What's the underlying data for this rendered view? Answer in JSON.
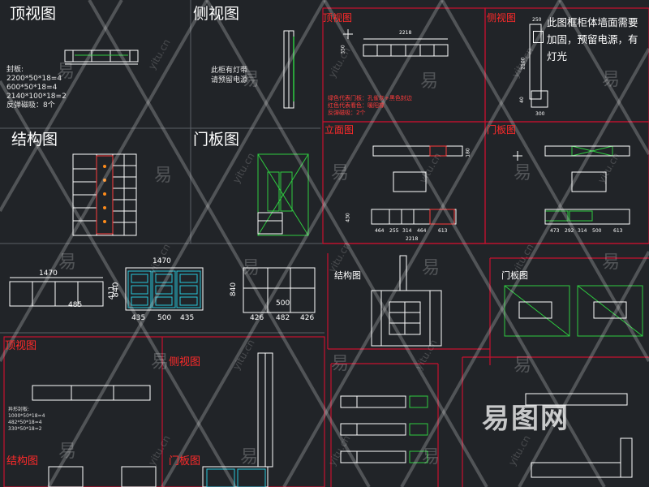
{
  "panels": {
    "top_view_1": "顶视图",
    "side_view_1": "侧视图",
    "structure_1": "结构图",
    "door_1": "门板图",
    "top_view_2": "顶视图",
    "side_view_2": "侧视图",
    "elevation_2": "立面图",
    "door_2": "门板图",
    "structure_2": "结构图",
    "door_3": "门板图",
    "top_view_3": "顶视图",
    "side_view_3": "侧视图",
    "structure_3": "结构图",
    "door_4": "门板图"
  },
  "sealing": {
    "title": "封板:",
    "lines": [
      "2200*50*18=4",
      "600*50*18=4",
      "2140*100*18=2",
      "反弹磁吸：8个"
    ]
  },
  "side_note": [
    "此柜有灯带",
    "请预留电源"
  ],
  "top_note": [
    "此图框柜体墙面需要",
    "加固，预留电源，有",
    "灯光"
  ],
  "legend_red": [
    "绿色代表门板：孔雀灰+黑色封边",
    "红色代表看色：暖阳橡",
    "反弹磁吸：2个"
  ],
  "bottom_sealing": {
    "title": "异形封板:",
    "lines": [
      "1000*50*18=4",
      "482*50*18=4",
      "330*50*18=2"
    ]
  },
  "dims": {
    "d1470a": "1470",
    "d1470b": "1470",
    "d485": "485",
    "d411": "411",
    "d840a": "840",
    "d840b": "840",
    "d435a": "435",
    "d500a": "500",
    "d435b": "435",
    "d500b": "500",
    "d426a": "426",
    "d482": "482",
    "d426b": "426",
    "d2218": "2218",
    "d2218b": "2218",
    "d350": "350",
    "d2100": "2100",
    "d250": "250",
    "d40": "40",
    "d300": "300",
    "d464": "464",
    "d255": "255",
    "d314": "314",
    "d464b": "464",
    "d613": "613",
    "d473": "473",
    "d292": "292",
    "d314b": "314",
    "d500c": "500",
    "d613b": "613",
    "d430": "430",
    "d180": "180"
  },
  "watermark": {
    "char": "易",
    "site": "yitu.cn",
    "logo": "易图网"
  },
  "colors": {
    "background": "#212428",
    "line": "#ffffff",
    "frame_red": "#c8102e",
    "door_green": "#2ecc40",
    "door_cyan": "#26c6da",
    "label_red": "#ff2a2a"
  }
}
